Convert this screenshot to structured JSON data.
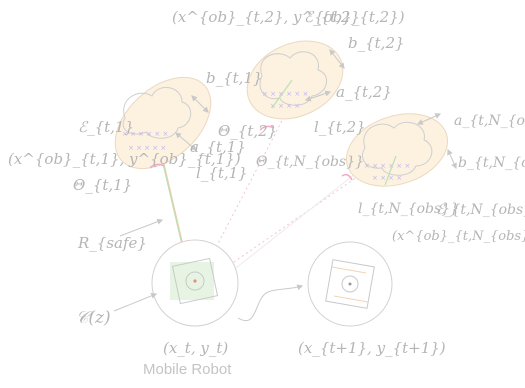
{
  "colors": {
    "label": "#b5b5b5",
    "ellipse_fill": "#fdf1e0",
    "ellipse_stroke": "#ead9c0",
    "obstacle_outline": "#cfcfcf",
    "boundary_x": "#bfb5ea",
    "normal_line": "#b9e3b4",
    "angle_arc": "#f2a9c4",
    "safe_line": "#f2c8b0",
    "dotted_line": "#f5c5c5",
    "arrow": "#c9c9c9",
    "robot": "#c9c9c9",
    "robot_center": "#e98b8b",
    "robot_patch": "#e7f4e4"
  },
  "obstacles": [
    {
      "position": "(x^{ob}_{t,1}, y^{ob}_{t,1})",
      "ellipse": "ℰ_{t,1}",
      "a": "a_{t,1}",
      "b": "b_{t,1}",
      "l": "l_{t,1}",
      "theta": "Θ_{t,1}"
    },
    {
      "position": "(x^{ob}_{t,2}, y^{ob}_{t,2})",
      "ellipse": "ℰ_{t,2}",
      "a": "a_{t,2}",
      "b": "b_{t,2}",
      "l": "l_{t,2}",
      "theta": "Θ_{t,2}"
    },
    {
      "position": "(x^{ob}_{t,N_{obs}}, y^{ob}_{t,N_{obs}})",
      "ellipse": "ℰ_{t,N_{obs}}",
      "a": "a_{t,N_{obs}}",
      "b": "b_{t,N_{obs}}",
      "l": "l_{t,N_{obs}}",
      "theta": "Θ_{t,N_{obs}}"
    }
  ],
  "robot": {
    "safe_radius": "R_{safe}",
    "cost": "𝒞(z)",
    "pose_current": "(x_t, y_t)",
    "caption": "Mobile Robot",
    "pose_next": "(x_{t+1}, y_{t+1})"
  }
}
